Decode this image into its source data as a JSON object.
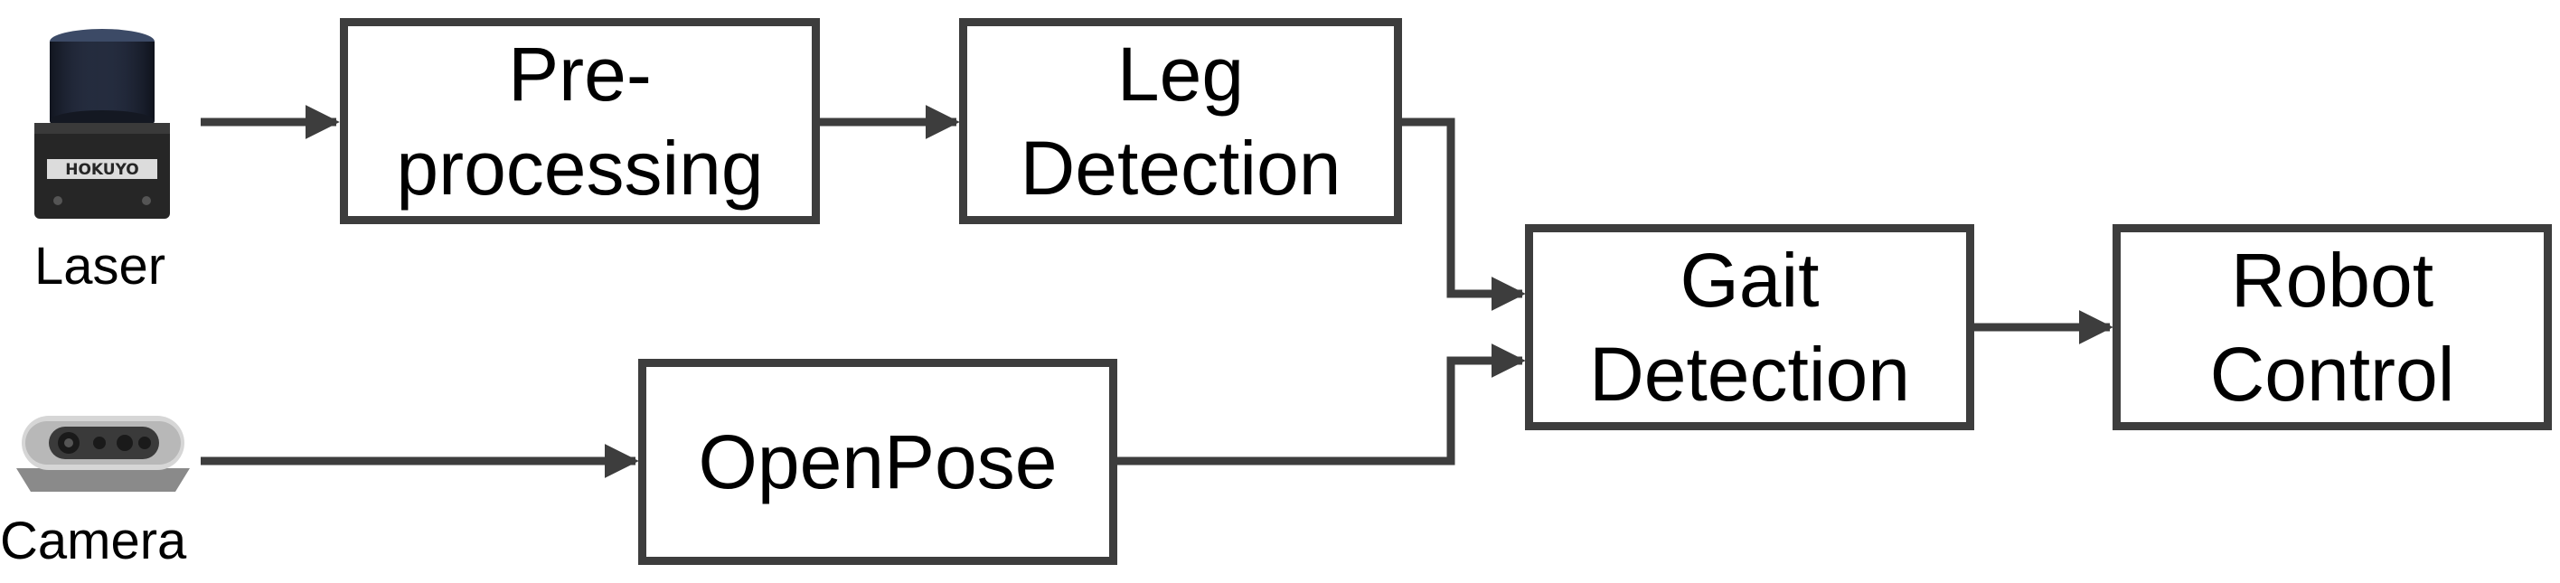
{
  "diagram": {
    "colors": {
      "stroke": "#3d3d3d",
      "text": "#000000",
      "background": "#ffffff"
    },
    "sources": {
      "laser": {
        "label": "Laser",
        "icon": "lidar-sensor-icon",
        "brand_text": "HOKUYO"
      },
      "camera": {
        "label": "Camera",
        "icon": "depth-camera-icon"
      }
    },
    "nodes": {
      "preprocessing": {
        "line1": "Pre-",
        "line2": "processing"
      },
      "leg_detection": {
        "line1": "Leg",
        "line2": "Detection"
      },
      "openpose": {
        "line1": "OpenPose"
      },
      "gait_detection": {
        "line1": "Gait",
        "line2": "Detection"
      },
      "robot_control": {
        "line1": "Robot",
        "line2": "Control"
      }
    },
    "edges": [
      {
        "from": "laser",
        "to": "preprocessing"
      },
      {
        "from": "preprocessing",
        "to": "leg_detection"
      },
      {
        "from": "leg_detection",
        "to": "gait_detection"
      },
      {
        "from": "camera",
        "to": "openpose"
      },
      {
        "from": "openpose",
        "to": "gait_detection"
      },
      {
        "from": "gait_detection",
        "to": "robot_control"
      }
    ]
  }
}
